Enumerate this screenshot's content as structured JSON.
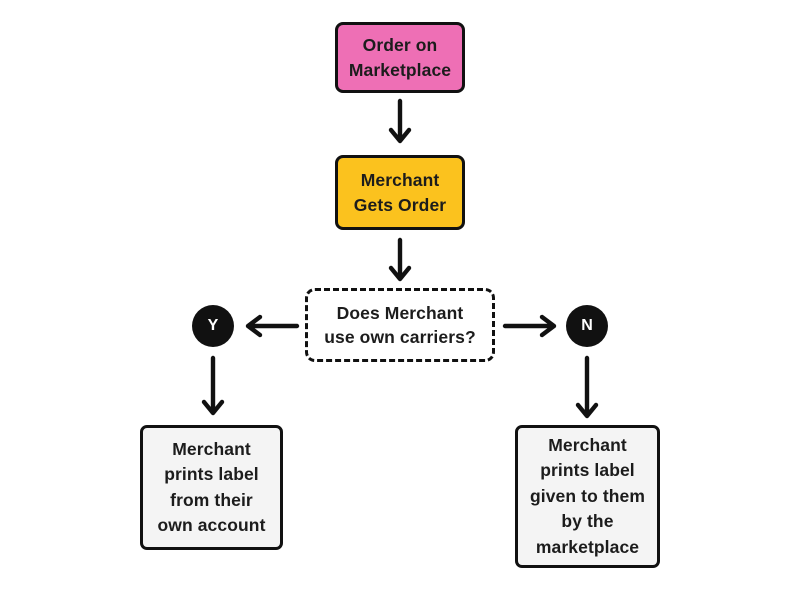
{
  "colors": {
    "pink": "#ee6fb5",
    "yellow": "#fbc21e",
    "light": "#f4f4f4",
    "ink": "#111111",
    "text": "#1c1c1c",
    "white": "#ffffff"
  },
  "flowchart": {
    "nodes": {
      "order": {
        "label": [
          "Order on",
          "Marketplace"
        ]
      },
      "merchant": {
        "label": [
          "Merchant",
          "Gets Order"
        ]
      },
      "decision": {
        "label": [
          "Does Merchant",
          "use own carriers?"
        ]
      },
      "yes": {
        "label": "Y"
      },
      "no": {
        "label": "N"
      },
      "result_own": {
        "label": [
          "Merchant",
          "prints label",
          "from their",
          "own account"
        ]
      },
      "result_marketplace": {
        "label": [
          "Merchant",
          "prints label",
          "given to them",
          "by the",
          "marketplace"
        ]
      }
    }
  }
}
